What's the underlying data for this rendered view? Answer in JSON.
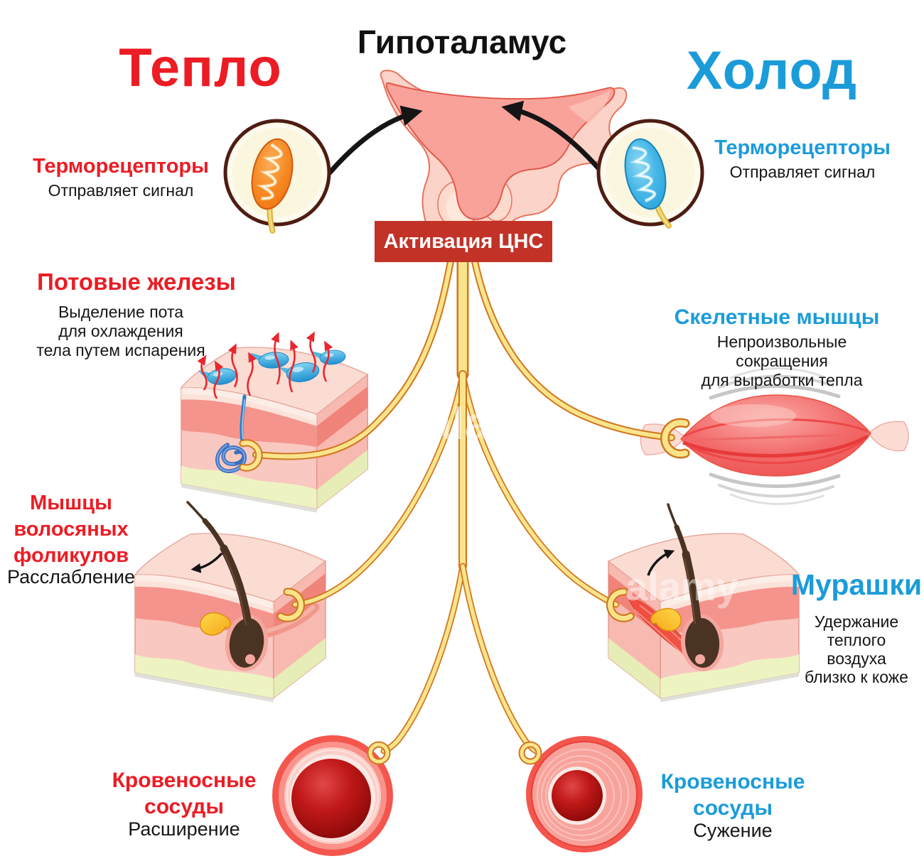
{
  "title": "Гипоталамус",
  "watermark": {
    "text": "alamy"
  },
  "colors": {
    "heat_accent": "#EC1C24",
    "cold_accent": "#1B9CD9",
    "cns_box": "#C23227",
    "nerve_fill": "#F9E48B",
    "nerve_outline": "#D0761F"
  },
  "cns": {
    "label": "Активация ЦНС"
  },
  "heat": {
    "heading": "Тепло",
    "receptor": {
      "label": "Терморецепторы",
      "sub": "Отправляет сигнал"
    },
    "sweat": {
      "heading": "Потовые железы",
      "desc": "Выделение пота\nдля охлаждения\nтела путем испарения"
    },
    "follicle": {
      "heading": "Мышцы\nволосяных\nфоликулов",
      "state": "Расслабление"
    },
    "vessels": {
      "heading": "Кровеносные\nсосуды",
      "state": "Расширение"
    }
  },
  "cold": {
    "heading": "Холод",
    "receptor": {
      "label": "Терморецепторы",
      "sub": "Отправляет сигнал"
    },
    "muscle": {
      "heading": "Скелетные мышцы",
      "desc": "Непроизвольные\nсокращения\nдля выработки тепла"
    },
    "goosebumps": {
      "heading": "Мурашки",
      "desc": "Удержание\nтеплого\nвоздуха\nблизко к коже"
    },
    "vessels": {
      "heading": "Кровеносные\nсосуды",
      "state": "Сужение"
    }
  }
}
